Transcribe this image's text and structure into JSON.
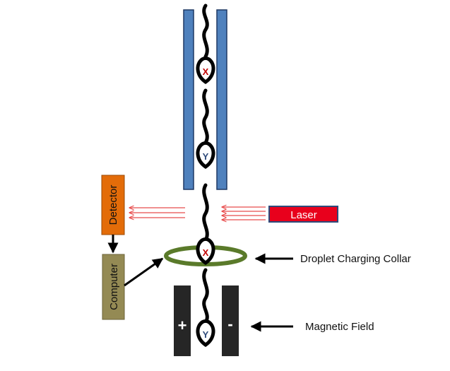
{
  "labels": {
    "detector": "Detector",
    "computer": "Computer",
    "laser": "Laser",
    "collar": "Droplet Charging Collar",
    "magnetic_field": "Magnetic Field",
    "plus": "+",
    "minus": "-"
  },
  "sperm_marks": [
    "X",
    "Y",
    "X",
    "Y"
  ],
  "colors": {
    "tube": "#4f81bd",
    "tube_border": "#1f3864",
    "detector": "#e36c09",
    "computer": "#948a54",
    "laser": "#e8001c",
    "laser_border": "#2e4a7a",
    "beam": "#e84c4c",
    "collar": "#5a7a2a",
    "plates": "#262626",
    "sperm": "#000000",
    "mark": "#c00000"
  }
}
